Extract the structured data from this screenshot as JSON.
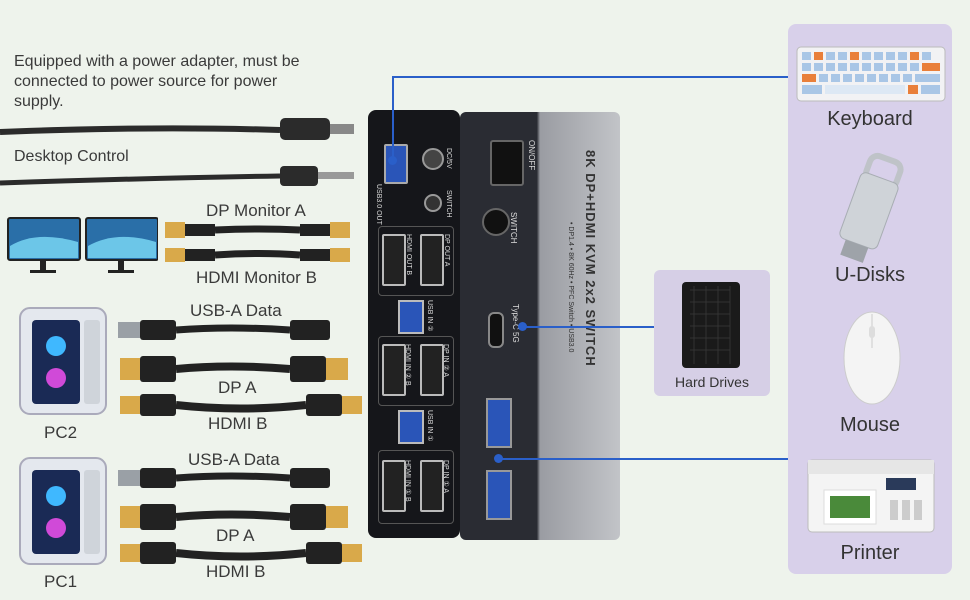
{
  "notes": {
    "power": "Equipped with a power adapter, must be connected to power source for power supply.",
    "desktop_control": "Desktop Control"
  },
  "monitors": {
    "dp_label": "DP Monitor A",
    "hdmi_label": "HDMI Monitor B"
  },
  "pc2": {
    "name": "PC2",
    "usb": "USB-A Data",
    "dp": "DP A",
    "hdmi": "HDMI B"
  },
  "pc1": {
    "name": "PC1",
    "usb": "USB-A Data",
    "dp": "DP A",
    "hdmi": "HDMI B"
  },
  "device": {
    "title": "8K DP+HDMI KVM 2x2 SWITCH",
    "subtitle": "• DP1.4 • 8K 60Hz • PFC Switch • USB3.0",
    "rear_ports": {
      "usb_out": "USB3.0 OUT",
      "dc": "DC/5V",
      "switch": "SWITCH",
      "hdmi_out_b": "HDMI OUT B",
      "dp_out_a": "DP OUT A",
      "usb_in_2": "USB IN ②",
      "hdmi_in_2b": "HDMI IN ② B",
      "dp_in_2a": "DP IN ② A",
      "usb_in_1": "USB IN ①",
      "hdmi_in_1b": "HDMI IN ① B",
      "dp_in_1a": "DP IN ① A"
    },
    "front": {
      "onoff": "ON/OFF",
      "switch": "SWITCH",
      "typec": "Type-C 5G"
    }
  },
  "peripherals": {
    "keyboard": "Keyboard",
    "udisks": "U-Disks",
    "mouse": "Mouse",
    "printer": "Printer",
    "hard_drives": "Hard Drives"
  },
  "colors": {
    "connector_line": "#2a5fc9",
    "panel": "#d8d0ea",
    "background": "#eef3ec"
  }
}
